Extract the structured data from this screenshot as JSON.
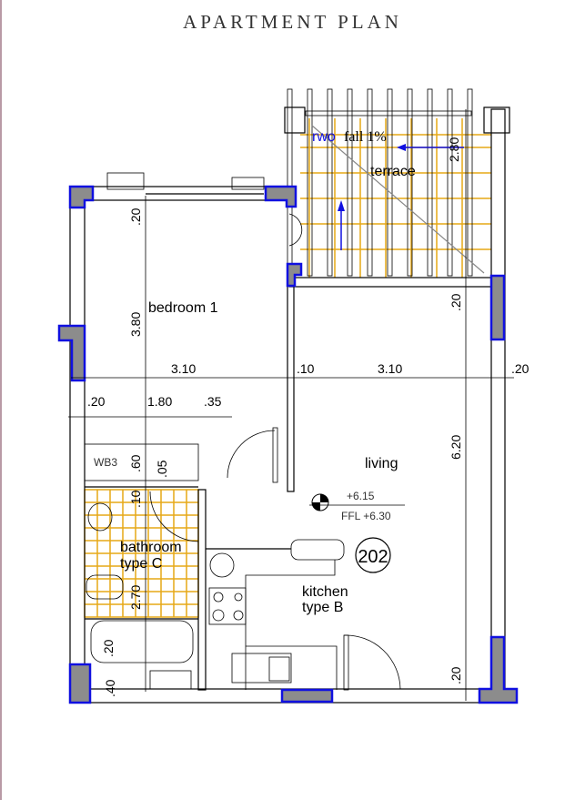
{
  "title": "APARTMENT PLAN",
  "rooms": {
    "bedroom": "bedroom 1",
    "living": "living",
    "terrace": "terrace",
    "kitchen_line1": "kitchen",
    "kitchen_line2": "type B",
    "bathroom_line1": "bathroom",
    "bathroom_line2": "type C",
    "wardrobe": "WB3"
  },
  "annotations": {
    "rwo": "rwo",
    "fall": "fall 1%",
    "level": "+6.15",
    "ffl": "FFL +6.30",
    "unit_number": "202"
  },
  "dimensions": {
    "bed_top": ".20",
    "bed_height": "3.80",
    "left_width": "3.10",
    "partition": ".10",
    "right_width": "3.10",
    "right_wall": ".20",
    "bath_wall": ".20",
    "bath_width": "1.80",
    "bath_door": ".35",
    "wb_depth": ".60",
    "gap": ".05",
    "bath_top": ".10",
    "bath_height": "2.70",
    "bath_bottom": ".20",
    "bottom_wall": ".40",
    "terrace_depth": "2.80",
    "living_top": ".20",
    "living_height": "6.20",
    "living_bottom": ".20"
  },
  "colors": {
    "column_outline": "#1010e0",
    "tile_grid": "#e6a817",
    "annotation_blue": "#1010e0"
  }
}
